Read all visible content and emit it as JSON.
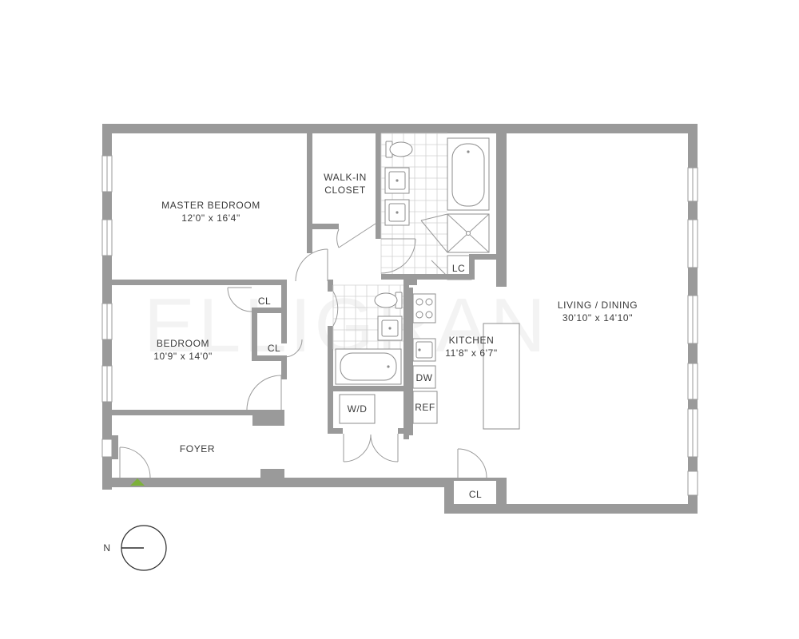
{
  "rooms": {
    "master_bedroom": {
      "name": "MASTER BEDROOM",
      "size": "12'0\" x 16'4\""
    },
    "walk_in_closet": {
      "line1": "WALK-IN",
      "line2": "CLOSET"
    },
    "bedroom": {
      "name": "BEDROOM",
      "size": "10'9\" x 14'0\""
    },
    "living_dining": {
      "name": "LIVING / DINING",
      "size": "30'10\" x 14'10\""
    },
    "kitchen": {
      "name": "KITCHEN",
      "size": "11'8\" x 6'7\""
    },
    "foyer": {
      "name": "FOYER"
    }
  },
  "closets": {
    "cl_bedroom_upper": "CL",
    "cl_bedroom_lower": "CL",
    "cl_living": "CL",
    "linen_closet": "LC"
  },
  "appliances": {
    "washer_dryer": "W/D",
    "dishwasher": "DW",
    "refrigerator": "REF"
  },
  "compass": {
    "label": "N"
  },
  "watermark": "ELLIGRAN",
  "colors": {
    "wall": "#9a9a9a",
    "entry_marker": "#7db13a",
    "text": "#3a3a3a"
  }
}
